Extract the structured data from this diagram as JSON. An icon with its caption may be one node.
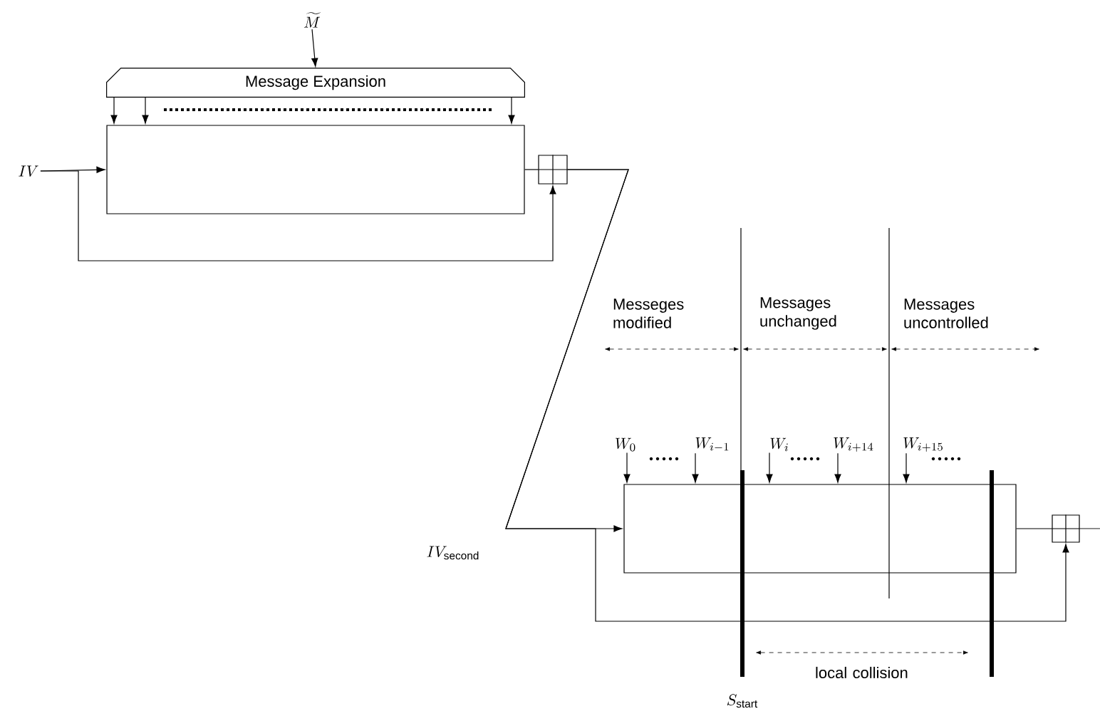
{
  "diagram": {
    "nodes": [
      {
        "text": [
          "\\widetilde{M}"
        ]
      },
      {
        "text": [
          "Message Expansion"
        ]
      },
      {
        "text": [],
        "shape": "box"
      },
      {
        "text": [
          "IV"
        ]
      },
      {
        "text": [],
        "shape": "box"
      },
      {
        "text": [
          "W_{0}"
        ]
      },
      {
        "text": [
          "W_{i-1}"
        ]
      },
      {
        "text": [
          "W_{i}"
        ]
      },
      {
        "text": [
          "W_{i+14}"
        ]
      },
      {
        "text": [
          "W_{i+15}"
        ]
      },
      {
        "text": [],
        "shape": "box"
      },
      {
        "text": [],
        "shape": "box"
      }
    ],
    "edges": [
      {
        "from": 0,
        "to": 1,
        "arrow": "to"
      },
      {
        "from": 1,
        "to": 2,
        "arrow": "to"
      },
      {
        "from": 1,
        "to": 2,
        "arrow": "to"
      },
      {
        "from": 1,
        "to": 2,
        "arrow": "to"
      },
      {
        "from": 3,
        "to": 2,
        "arrow": "to"
      },
      {
        "from": 3,
        "to": 4,
        "arrow": "to"
      },
      {
        "from": 2,
        "to": 4,
        "arrow": "none"
      },
      {
        "from": 4,
        "to": 10,
        "arrow": "to",
        "label": "IV_{\\mathrm{second}}"
      },
      {
        "from": 4,
        "to": 11,
        "arrow": "to"
      },
      {
        "from": 5,
        "to": 10,
        "arrow": "to"
      },
      {
        "from": 6,
        "to": 10,
        "arrow": "to"
      },
      {
        "from": 7,
        "to": 10,
        "arrow": "to"
      },
      {
        "from": 8,
        "to": 10,
        "arrow": "to"
      },
      {
        "from": 9,
        "to": 10,
        "arrow": "to"
      },
      {
        "from": 10,
        "to": 11,
        "arrow": "none"
      },
      {
        "from": 11,
        "to": null,
        "arrow": "none"
      }
    ],
    "labels": [
      "Messeges modified",
      "Messages unchanged",
      "Messages uncontrolled",
      "local collision",
      "S_{\\mathrm{start}}"
    ]
  }
}
